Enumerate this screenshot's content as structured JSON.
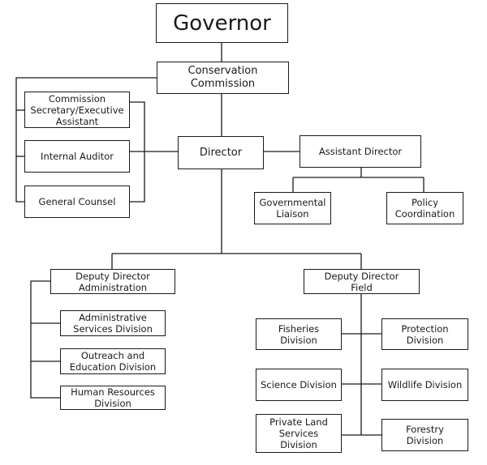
{
  "nodes": {
    "governor": "Governor",
    "commission": "Conservation\nCommission",
    "secretary": "Commission\nSecretary/Executive\nAssistant",
    "auditor": "Internal Auditor",
    "counsel": "General Counsel",
    "director": "Director",
    "assistant_director": "Assistant Director",
    "governmental_liaison": "Governmental\nLiaison",
    "policy": "Policy\nCoordination",
    "deputy_admin": "Deputy Director\nAdministration",
    "admin_services": "Administrative\nServices Division",
    "outreach": "Outreach and\nEducation Division",
    "hr": "Human Resources\nDivision",
    "deputy_field": "Deputy Director\nField",
    "fisheries": "Fisheries\nDivision",
    "protection": "Protection\nDivision",
    "science": "Science Division",
    "wildlife": "Wildlife Division",
    "private_land": "Private Land\nServices\nDivision",
    "forestry": "Forestry\nDivision"
  }
}
